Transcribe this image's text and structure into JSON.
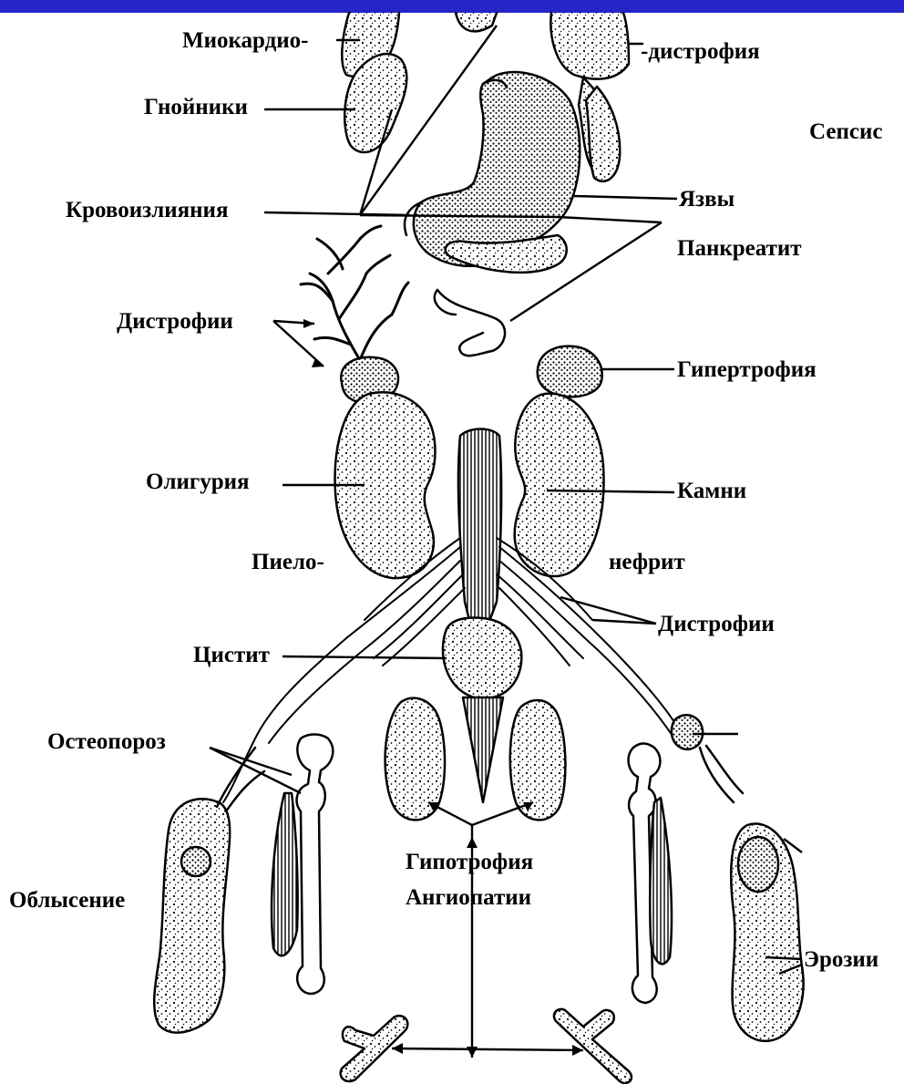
{
  "colors": {
    "banner": "#2424c8",
    "ink": "#000000",
    "paper": "#ffffff"
  },
  "labels": {
    "myocardio": "Миокардио-",
    "dystrophy": "-дистрофия",
    "abscesses": "Гнойники",
    "sepsis": "Сепсис",
    "hemorrhages": "Кровоизлияния",
    "ulcers": "Язвы",
    "pancreatitis": "Панкреатит",
    "dystrophies_upper": "Дистрофии",
    "hypertrophy": "Гипертрофия",
    "oliguria": "Олигурия",
    "stones": "Камни",
    "pyelo": "Пиело-",
    "nephritis": "нефрит",
    "dystrophies_lower": "Дистрофии",
    "cystitis": "Цистит",
    "osteoporosis": "Остеопороз",
    "hypotrophy": "Гипотрофия",
    "angiopathy": "Ангиопатии",
    "alopecia": "Облысение",
    "erosions": "Эрозии"
  }
}
